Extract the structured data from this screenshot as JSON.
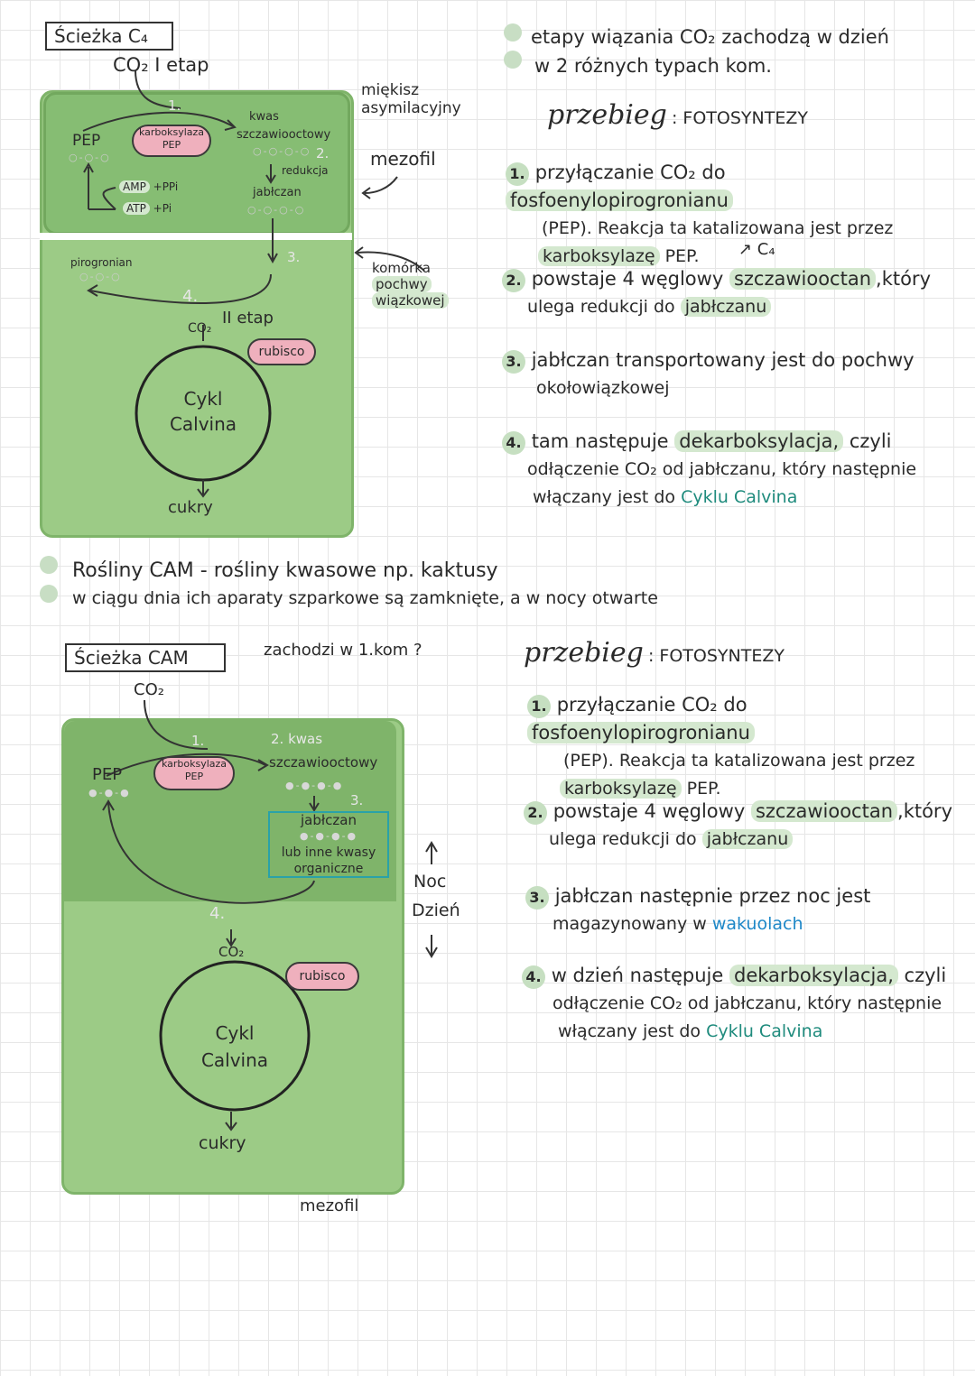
{
  "c4": {
    "box_title": "Ścieżka C₄",
    "stage1": "CO₂  I etap",
    "pep": "PEP",
    "enzyme": "karboksylaza PEP",
    "step1": "1.",
    "step2": "2.",
    "step3": "3.",
    "step4": "4.",
    "kwas": "kwas",
    "kwas2": "szczawiooctowy",
    "redukcja": "redukcja",
    "jablczan": "jabłczan",
    "amp": "AMP",
    "ppi": "+PPi",
    "atp": "ATP",
    "pi": "+Pi",
    "pirogronian": "pirogronian",
    "co2_2": "CO₂",
    "etap2": "II etap",
    "rubisco": "rubisco",
    "calvin1": "Cykl",
    "calvin2": "Calvina",
    "cukry": "cukry",
    "mieksz1": "miękisz",
    "mieksz2": "asymilacyjny",
    "mezofil": "mezofil",
    "komorka": "komórka",
    "pochwy": "pochwy",
    "wiazkowej": "wiązkowej"
  },
  "right1": {
    "intro1": "etapy wiązania CO₂ zachodzą w dzień",
    "intro2": "w 2 różnych typach kom.",
    "heading": "przebieg",
    "heading2": ": FOTOSYNTEZY",
    "n1": "1.",
    "s1a": "przyłączanie CO₂ do ",
    "s1b": "fosfoenylopirogronianu",
    "s1c": "(PEP). Reakcja ta katalizowana jest przez",
    "s1d": "karboksylazę",
    "s1e": " PEP.",
    "c4note": "↗ C₄",
    "n2": "2.",
    "s2a": "powstaje 4 węglowy ",
    "s2b": "szczawiooctan",
    "s2c": ",który",
    "s2d": "ulega redukcji do ",
    "s2e": "jabłczanu",
    "n3": "3.",
    "s3a": "jabłczan transportowany jest do pochwy",
    "s3b": "okołowiązkowej",
    "n4": "4.",
    "s4a": "tam następuje ",
    "s4b": "dekarboksylacja,",
    "s4c": " czyli",
    "s4d": "odłączenie CO₂ od jabłczanu, który następnie",
    "s4e": "włączany jest do ",
    "s4f": "Cyklu Calvina"
  },
  "cam_intro": {
    "l1": "Rośliny CAM - rośliny kwasowe np. kaktusy",
    "l2": "w ciągu dnia ich aparaty szparkowe są zamknięte, a w nocy otwarte"
  },
  "cam": {
    "box_title": "Ścieżka CAM",
    "where": "zachodzi w 1.kom ?",
    "co2": "CO₂",
    "pep": "PEP",
    "enzyme": "karboksylaza PEP",
    "step1": "1.",
    "step2": "2.",
    "kwas": "kwas",
    "kwas2": "szczawiooctowy",
    "step3": "3.",
    "jablczan": "jabłczan",
    "inne1": "lub inne kwasy",
    "inne2": "organiczne",
    "step4": "4.",
    "co2_2": "CO₂",
    "rubisco": "rubisco",
    "calvin1": "Cykl",
    "calvin2": "Calvina",
    "cukry": "cukry",
    "noc": "Noc",
    "dzien": "Dzień",
    "mezofil": "mezofil"
  },
  "right2": {
    "heading": "przebieg",
    "heading2": ": FOTOSYNTEZY",
    "n1": "1.",
    "s1a": "przyłączanie CO₂ do ",
    "s1b": "fosfoenylopirogronianu",
    "s1c": "(PEP). Reakcja ta katalizowana jest przez",
    "s1d": "karboksylazę",
    "s1e": " PEP.",
    "n2": "2.",
    "s2a": "powstaje 4 węglowy ",
    "s2b": "szczawiooctan",
    "s2c": ",który",
    "s2d": "ulega redukcji do ",
    "s2e": "jabłczanu",
    "n3": "3.",
    "s3a": "jabłczan następnie przez noc jest",
    "s3b": "magazynowany w ",
    "s3c": "wakuolach",
    "n4": "4.",
    "s4a": "w dzień następuje ",
    "s4b": "dekarboksylacja,",
    "s4c": " czyli",
    "s4d": "odłączenie CO₂ od jabłczanu, który następnie",
    "s4e": "włączany jest do ",
    "s4f": "Cyklu Calvina"
  },
  "colors": {
    "cell_outer": "#9ccb86",
    "cell_inner": "#86bd73",
    "pink": "#efb0bd",
    "highlight": "#d4e8cf",
    "teal": "#1f8b7d"
  }
}
